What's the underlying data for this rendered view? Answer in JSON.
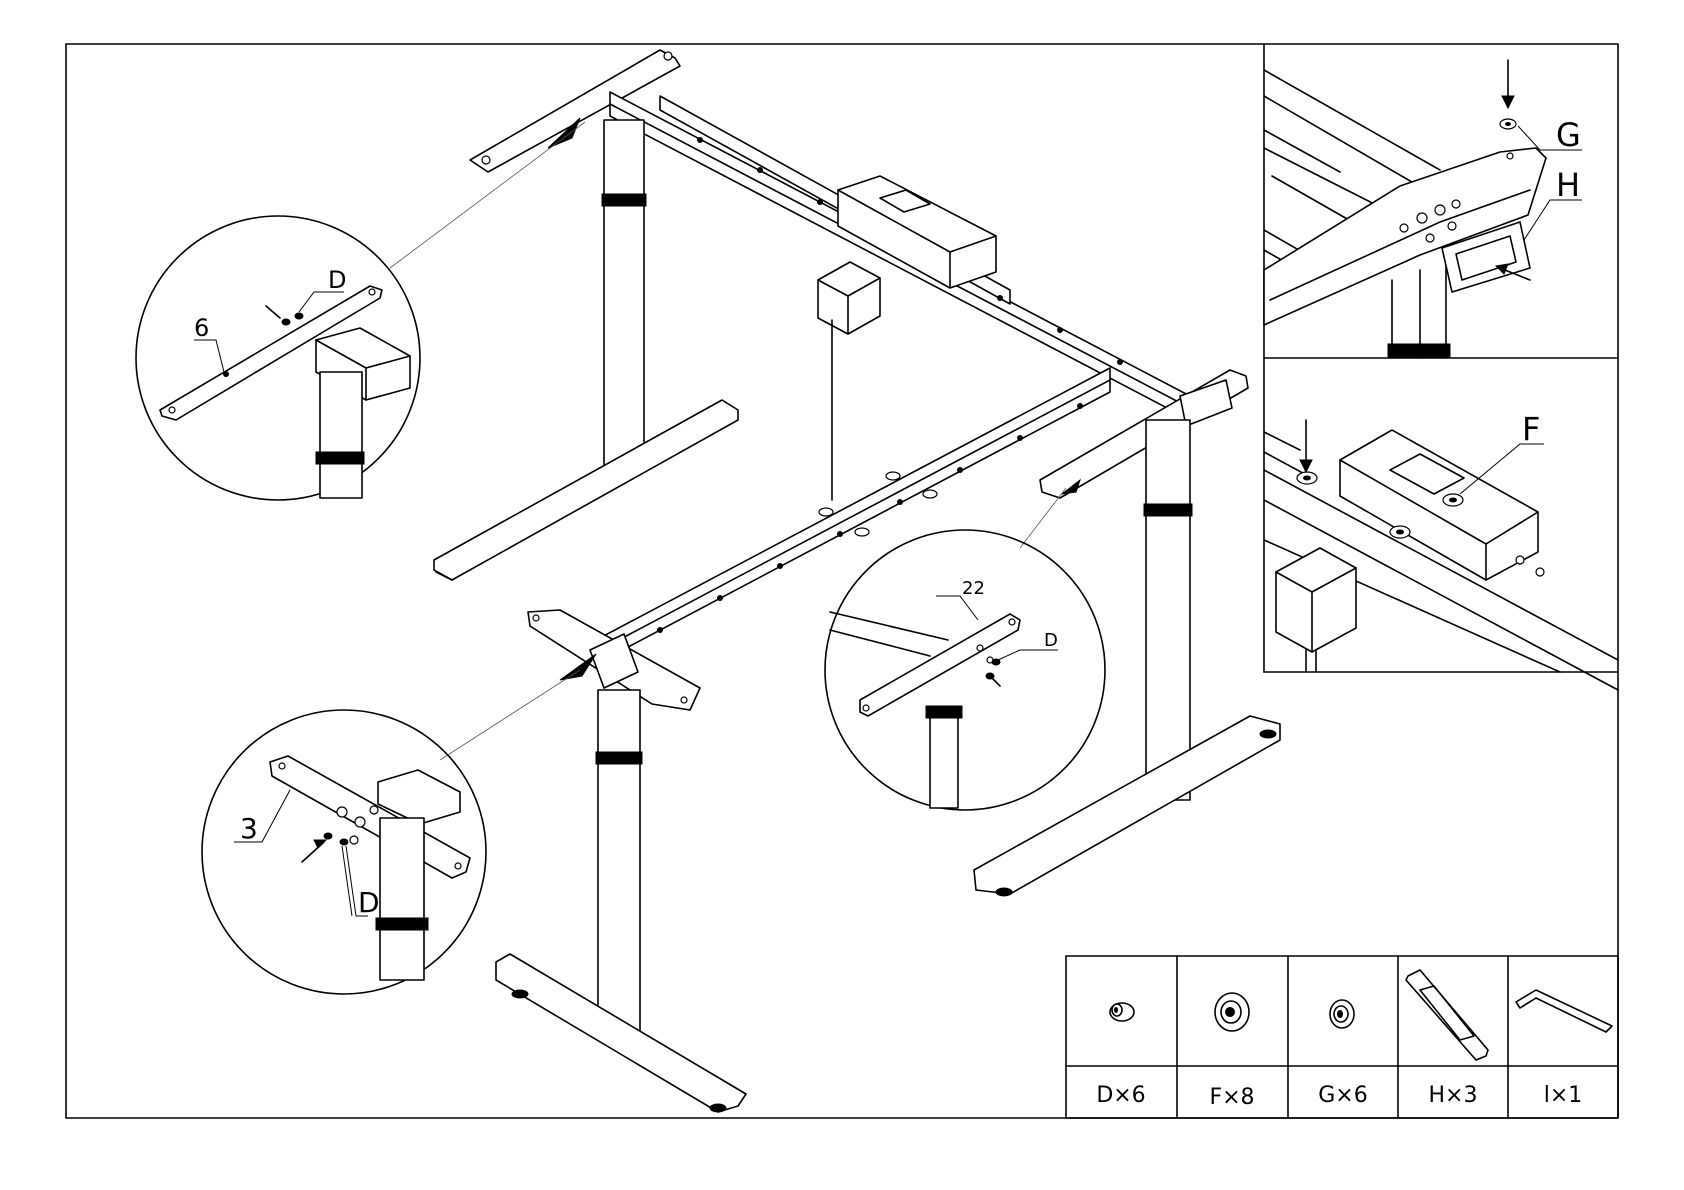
{
  "callouts": {
    "d_top": "D",
    "num_6": "6",
    "num_3": "3",
    "d_bottom": "D",
    "num_22": "22",
    "d_right": "D"
  },
  "insets": {
    "top_right": {
      "g_label": "G",
      "h_label": "H"
    },
    "middle_right": {
      "f_label": "F"
    }
  },
  "parts_table": {
    "items": [
      {
        "icon": "rivet-icon",
        "label": "D×6"
      },
      {
        "icon": "large-washer-icon",
        "label": "F×8"
      },
      {
        "icon": "small-washer-icon",
        "label": "G×6"
      },
      {
        "icon": "cover-plate-icon",
        "label": "H×3"
      },
      {
        "icon": "allen-key-icon",
        "label": "l×1"
      }
    ]
  }
}
